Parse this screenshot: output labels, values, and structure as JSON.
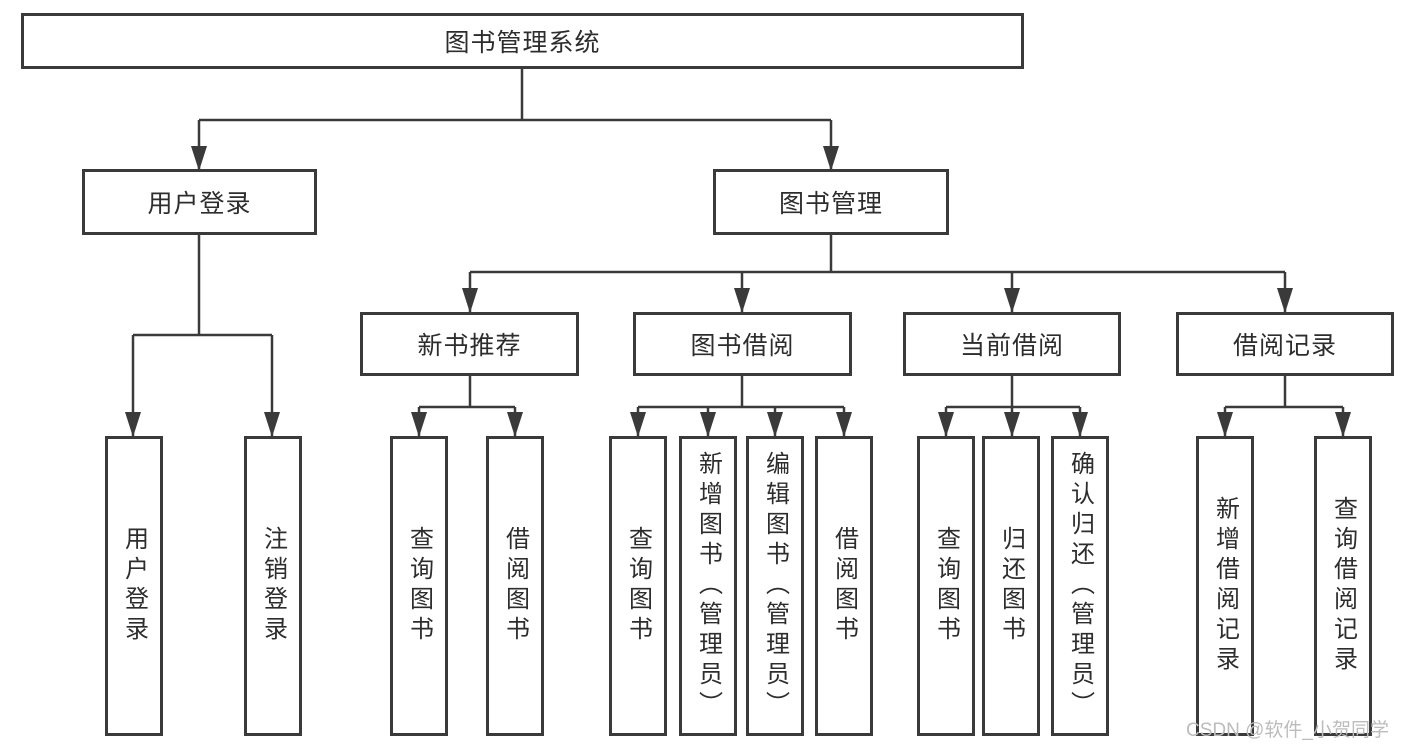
{
  "diagram_title": "图书管理系统",
  "type": "hierarchy-diagram",
  "tree": {
    "root": {
      "label": "图书管理系统"
    },
    "branches": [
      {
        "label": "用户登录",
        "children": [
          {
            "label": "用户登录"
          },
          {
            "label": "注销登录"
          }
        ]
      },
      {
        "label": "图书管理",
        "children": [
          {
            "label": "新书推荐",
            "children": [
              {
                "label": "查询图书"
              },
              {
                "label": "借阅图书"
              }
            ]
          },
          {
            "label": "图书借阅",
            "children": [
              {
                "label": "查询图书"
              },
              {
                "label": "新增图书（管理员）"
              },
              {
                "label": "编辑图书（管理员）"
              },
              {
                "label": "借阅图书"
              }
            ]
          },
          {
            "label": "当前借阅",
            "children": [
              {
                "label": "查询图书"
              },
              {
                "label": "归还图书"
              },
              {
                "label": "确认归还（管理员）"
              }
            ]
          },
          {
            "label": "借阅记录",
            "children": [
              {
                "label": "新增借阅记录"
              },
              {
                "label": "查询借阅记录"
              }
            ]
          }
        ]
      }
    ]
  },
  "watermark": "CSDN @软件_小贺同学",
  "colors": {
    "line": "#3a3a3a",
    "box_border": "#3a3a3a",
    "text": "#2d2d2d",
    "background": "#ffffff",
    "watermark": "#bcbcbc"
  }
}
